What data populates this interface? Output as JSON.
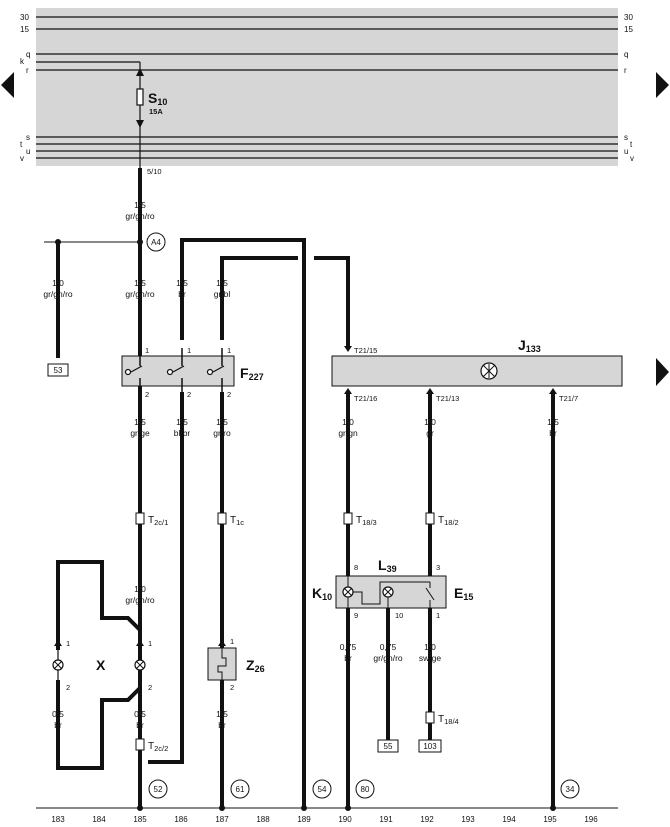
{
  "bus": {
    "left_top": [
      "30",
      "15",
      "q",
      "k",
      "r"
    ],
    "right_top": [
      "30",
      "15",
      "q",
      "r"
    ],
    "left_bottom": [
      "s",
      "t",
      "u",
      "v"
    ],
    "right_bottom": [
      "s",
      "t",
      "u",
      "v"
    ]
  },
  "fuse": {
    "name": "S",
    "sub": "10",
    "rating": "15A",
    "pin": "5/10"
  },
  "nodes": {
    "a4": "A4"
  },
  "wires": {
    "w_main": {
      "size": "1,5",
      "color": "gr/gn/ro"
    },
    "w_branch": {
      "size": "1,0",
      "color": "gr/gn/ro"
    },
    "w_in": {
      "size": "1,5",
      "color": "gr/gn/ro"
    },
    "w_br": {
      "size": "1,5",
      "color": "br"
    },
    "w_grbl": {
      "size": "1,5",
      "color": "gr/bl"
    },
    "w_grge": {
      "size": "1,5",
      "color": "gr/ge"
    },
    "w_blbr": {
      "size": "1,5",
      "color": "bl/br"
    },
    "w_grro": {
      "size": "1,5",
      "color": "gr/ro"
    },
    "w_grgn": {
      "size": "1,0",
      "color": "gr/gn"
    },
    "w_gr": {
      "size": "1,0",
      "color": "gr"
    },
    "w_br195": {
      "size": "1,5",
      "color": "br"
    },
    "w_x": {
      "size": "1,0",
      "color": "gr/gn/ro"
    },
    "w_x_l": {
      "size": "0,5",
      "color": "br"
    },
    "w_x_r": {
      "size": "0,5",
      "color": "br"
    },
    "w_z": {
      "size": "1,5",
      "color": "br"
    },
    "w_k": {
      "size": "0,75",
      "color": "br"
    },
    "w_l": {
      "size": "0,75",
      "color": "gr/gn/ro"
    },
    "w_e": {
      "size": "1,0",
      "color": "sw/ge"
    }
  },
  "components": {
    "f227": {
      "name": "F",
      "sub": "227"
    },
    "j133": {
      "name": "J",
      "sub": "133"
    },
    "z26": {
      "name": "Z",
      "sub": "26"
    },
    "x": {
      "name": "X"
    },
    "k10": {
      "name": "K",
      "sub": "10"
    },
    "l39": {
      "name": "L",
      "sub": "39"
    },
    "e15": {
      "name": "E",
      "sub": "15"
    }
  },
  "connectors": {
    "t21_15": "T21/15",
    "t21_16": "T21/16",
    "t21_13": "T21/13",
    "t21_7": "T21/7",
    "t2c1": {
      "name": "T",
      "sub": "2c/1"
    },
    "t1c": {
      "name": "T",
      "sub": "1c"
    },
    "t18_3": {
      "name": "T",
      "sub": "18/3"
    },
    "t18_2": {
      "name": "T",
      "sub": "18/2"
    },
    "t18_4": {
      "name": "T",
      "sub": "18/4"
    },
    "t2c2": {
      "name": "T",
      "sub": "2c/2"
    }
  },
  "pins": {
    "f1a": "1",
    "f1b": "1",
    "f1c": "1",
    "f2a": "2",
    "f2b": "2",
    "f2c": "2",
    "x1l": "1",
    "x1r": "1",
    "x2l": "2",
    "x2r": "2",
    "z1": "1",
    "z2": "2",
    "k8": "8",
    "k9": "9",
    "l10": "10",
    "e3": "3",
    "e1": "1"
  },
  "boxes": {
    "b53": "53",
    "b55": "55",
    "b103": "103"
  },
  "ground_refs": {
    "g52": "52",
    "g61": "61",
    "g54": "54",
    "g80": "80",
    "g34": "34"
  },
  "ticks": [
    "183",
    "184",
    "185",
    "186",
    "187",
    "188",
    "189",
    "190",
    "191",
    "192",
    "193",
    "194",
    "195",
    "196"
  ]
}
